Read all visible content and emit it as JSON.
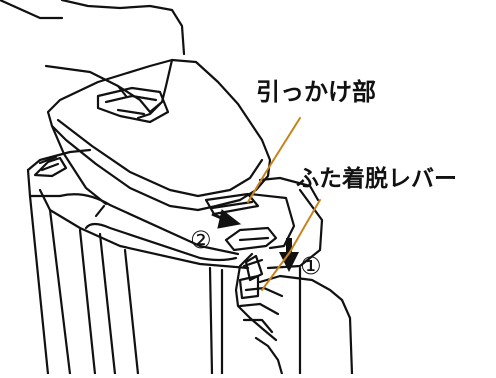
{
  "labels": {
    "hook": "引っかけ部",
    "lid_lever": "ふた着脱レバー"
  },
  "steps": {
    "step1": "①",
    "step2": "②"
  },
  "colors": {
    "leader_line": "#c8841a",
    "line_art": "#111111",
    "background": "#ffffff"
  }
}
